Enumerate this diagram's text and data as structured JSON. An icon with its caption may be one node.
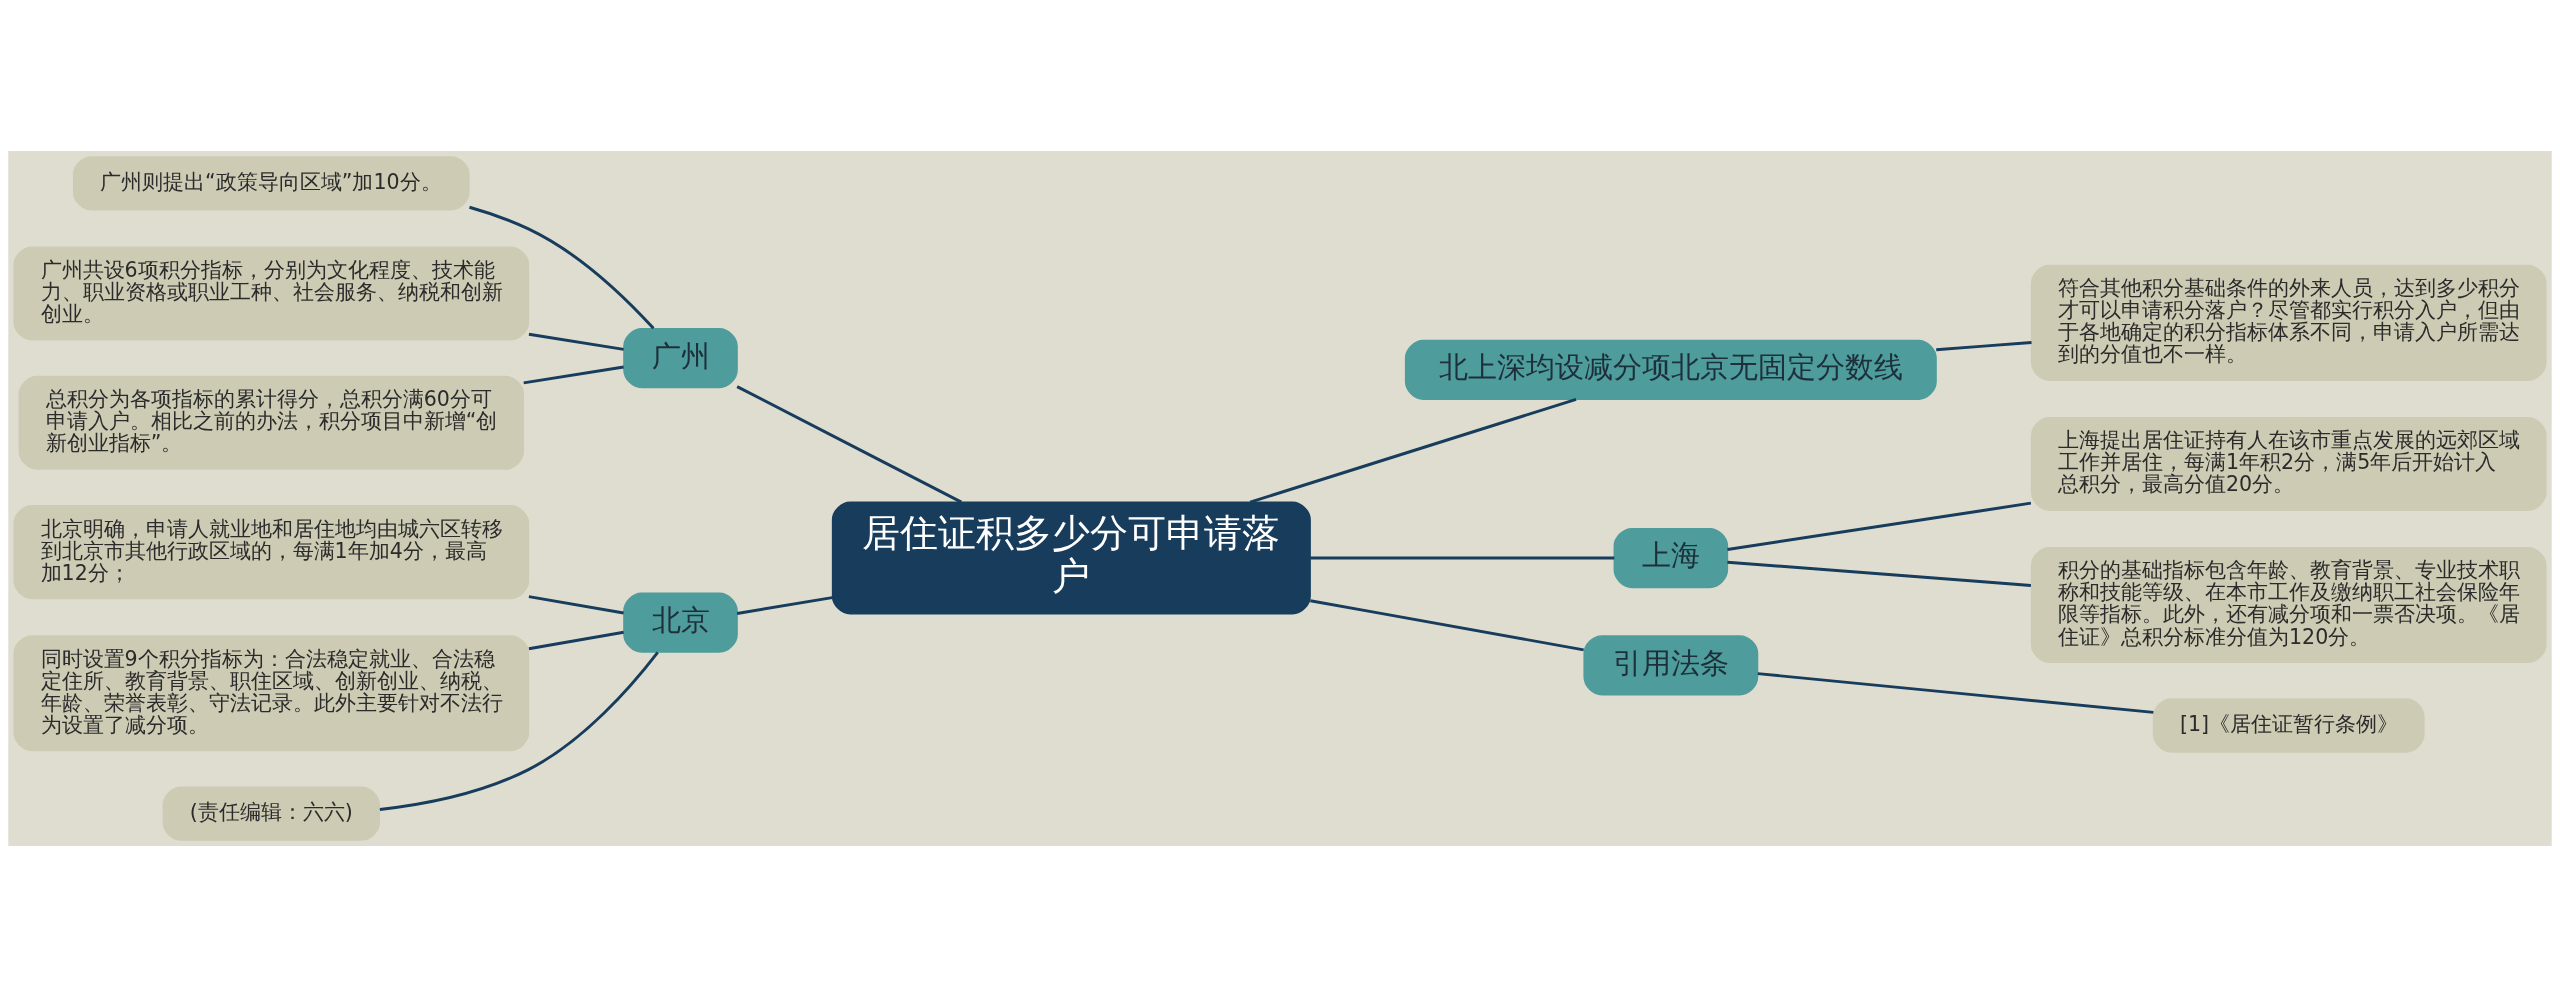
{
  "diagram": {
    "nodes": [
      {
        "text": [
          "居住证积多少分可申请落户"
        ]
      },
      {
        "text": [
          "广州"
        ]
      },
      {
        "text": [
          "广州则提出“政策导向区域”加10分。"
        ]
      },
      {
        "text": [
          "广州共设6项积分指标，分别为文化程度、技术能力、职业资格或职业工种、社会服务、纳税和创新创业。"
        ]
      },
      {
        "text": [
          "总积分为各项指标的累计得分，总积分满60分可申请入户。相比之前的办法，积分项目中新增“创新创业指标”。"
        ]
      },
      {
        "text": [
          "北京"
        ]
      },
      {
        "text": [
          "北京明确，申请人就业地和居住地均由城六区转移到北京市其他行政区域的，每满1年加4分，最高加12分；"
        ]
      },
      {
        "text": [
          "同时设置9个积分指标为：合法稳定就业、合法稳定住所、教育背景、职住区域、创新创业、纳税、年龄、荣誉表彰、守法记录。此外主要针对不法行为设置了减分项。"
        ]
      },
      {
        "text": [
          "(责任编辑：六六)"
        ]
      },
      {
        "text": [
          "北上深均设减分项北京无固定分数线"
        ]
      },
      {
        "text": [
          "符合其他积分基础条件的外来人员，达到多少积分才可以申请积分落户？尽管都实行积分入户，但由于各地确定的积分指标体系不同，申请入户所需达到的分值也不一样。"
        ]
      },
      {
        "text": [
          "上海"
        ]
      },
      {
        "text": [
          "上海提出居住证持有人在该市重点发展的远郊区域工作并居住，每满1年积2分，满5年后开始计入总积分，最高分值20分。"
        ]
      },
      {
        "text": [
          "积分的基础指标包含年龄、教育背景、专业技术职称和技能等级、在本市工作及缴纳职工社会保险年限等指标。此外，还有减分项和一票否决项。《居住证》总积分标准分值为120分。"
        ]
      },
      {
        "text": [
          "引用法条"
        ]
      },
      {
        "text": [
          "[1]《居住证暂行条例》"
        ]
      }
    ],
    "edges": [
      {
        "from": 2,
        "to": 1,
        "arrow": "none"
      },
      {
        "from": 3,
        "to": 1,
        "arrow": "none"
      },
      {
        "from": 4,
        "to": 1,
        "arrow": "none"
      },
      {
        "from": 1,
        "to": 0,
        "arrow": "none"
      },
      {
        "from": 6,
        "to": 5,
        "arrow": "none"
      },
      {
        "from": 7,
        "to": 5,
        "arrow": "none"
      },
      {
        "from": 8,
        "to": 5,
        "arrow": "none"
      },
      {
        "from": 5,
        "to": 0,
        "arrow": "none"
      },
      {
        "from": 0,
        "to": 9,
        "arrow": "none"
      },
      {
        "from": 9,
        "to": 10,
        "arrow": "none"
      },
      {
        "from": 0,
        "to": 11,
        "arrow": "none"
      },
      {
        "from": 11,
        "to": 12,
        "arrow": "none"
      },
      {
        "from": 11,
        "to": 13,
        "arrow": "none"
      },
      {
        "from": 0,
        "to": 14,
        "arrow": "none"
      },
      {
        "from": 14,
        "to": 15,
        "arrow": "none"
      }
    ]
  }
}
